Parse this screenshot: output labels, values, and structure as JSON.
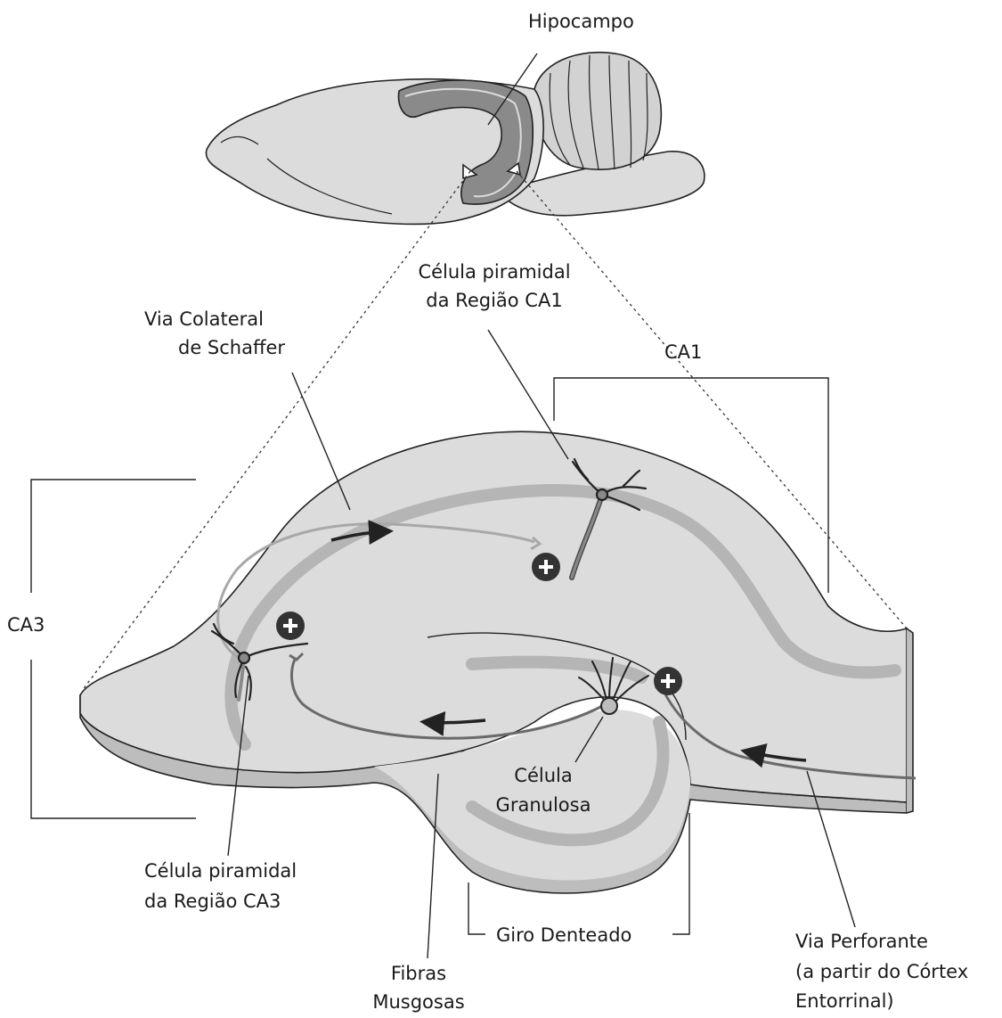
{
  "labels": {
    "hipocampo": "Hipocampo",
    "ca1_cell_line1": "Célula piramidal",
    "ca1_cell_line2": "da Região CA1",
    "schaffer_line1": "Via Colateral",
    "schaffer_line2": "de Schaffer",
    "ca1": "CA1",
    "ca3": "CA3",
    "granulosa_line1": "Célula",
    "granulosa_line2": "Granulosa",
    "ca3_cell_line1": "Célula piramidal",
    "ca3_cell_line2": "da Região CA3",
    "giro": "Giro Denteado",
    "musgosas_line1": "Fibras",
    "musgosas_line2": "Musgosas",
    "perforante_line1": "Via Perforante",
    "perforante_line2": "(a partir do Córtex",
    "perforante_line3": "Entorrinal)"
  },
  "colors": {
    "tissue": "#dcdcdc",
    "tissue_edge": "#c4c4c4",
    "cell_layer": "#b8b8b8",
    "pathway": "#6a6a6a",
    "neuron": "#4a4a4a",
    "outline": "#222222"
  },
  "icons": {
    "excitatory": "plus-circle-icon"
  }
}
